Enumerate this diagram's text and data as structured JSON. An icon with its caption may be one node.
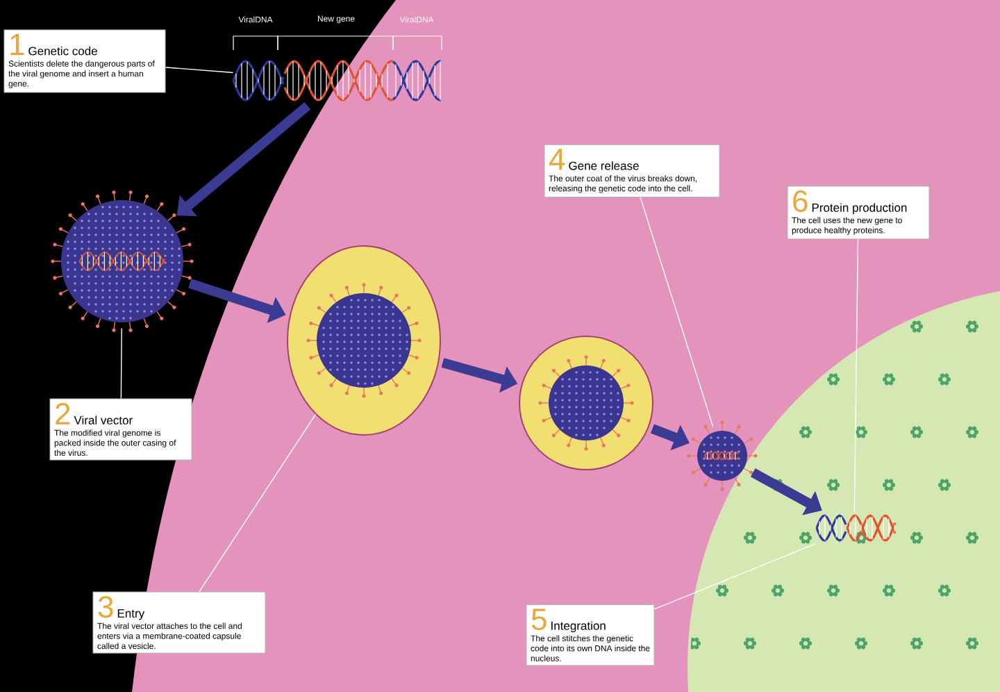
{
  "diagram": {
    "nodes": [
      {
        "text": [
          "1",
          "Genetic code",
          "Scientists delete the dangerous parts of the viral genome and insert a human gene."
        ]
      },
      {
        "text": [],
        "shape": "picture"
      },
      {
        "text": [],
        "shape": "picture"
      },
      {
        "text": [
          "2",
          "Viral vector",
          "The modified viral genome is packed inside the outer casing of the virus."
        ]
      },
      {
        "text": [],
        "shape": "picture"
      },
      {
        "text": [
          "3",
          "Entry",
          "The viral vector attaches to the cell and enters via a membrane-coated capsule called a vesicle."
        ]
      },
      {
        "text": [],
        "shape": "picture"
      },
      {
        "text": [],
        "shape": "picture"
      },
      {
        "text": [
          "4",
          "Gene release",
          "The outer coat of the virus breaks down, releasing the genetic code into the cell."
        ]
      },
      {
        "text": [],
        "shape": "picture"
      },
      {
        "text": [
          "5",
          "Integration",
          "The cell stitches the genetic code into its own DNA inside the nucleus."
        ]
      },
      {
        "text": [
          "6",
          "Protein production",
          "The cell uses the new gene to produce healthy proteins."
        ]
      }
    ],
    "edges": [
      {
        "from": 0,
        "to": 1,
        "arrow": "none"
      },
      {
        "from": 1,
        "to": 2,
        "arrow": "to",
        "style": "thick",
        "color": "#3b3b93"
      },
      {
        "from": 3,
        "to": 2,
        "arrow": "none"
      },
      {
        "from": 2,
        "to": 4,
        "arrow": "to",
        "style": "thick",
        "color": "#3b3b93"
      },
      {
        "from": 5,
        "to": 4,
        "arrow": "none"
      },
      {
        "from": 4,
        "to": 6,
        "arrow": "to",
        "style": "thick",
        "color": "#3b3b93"
      },
      {
        "from": 6,
        "to": 7,
        "arrow": "to",
        "style": "thick",
        "color": "#3b3b93"
      },
      {
        "from": 8,
        "to": 7,
        "arrow": "none"
      },
      {
        "from": 7,
        "to": 9,
        "arrow": "to",
        "style": "thick",
        "color": "#3b3b93"
      },
      {
        "from": 10,
        "to": 9,
        "arrow": "none"
      },
      {
        "from": 11,
        "to": 9,
        "arrow": "none"
      }
    ],
    "labels": [
      "ViralDNA",
      "New gene",
      "ViralDNA"
    ]
  }
}
